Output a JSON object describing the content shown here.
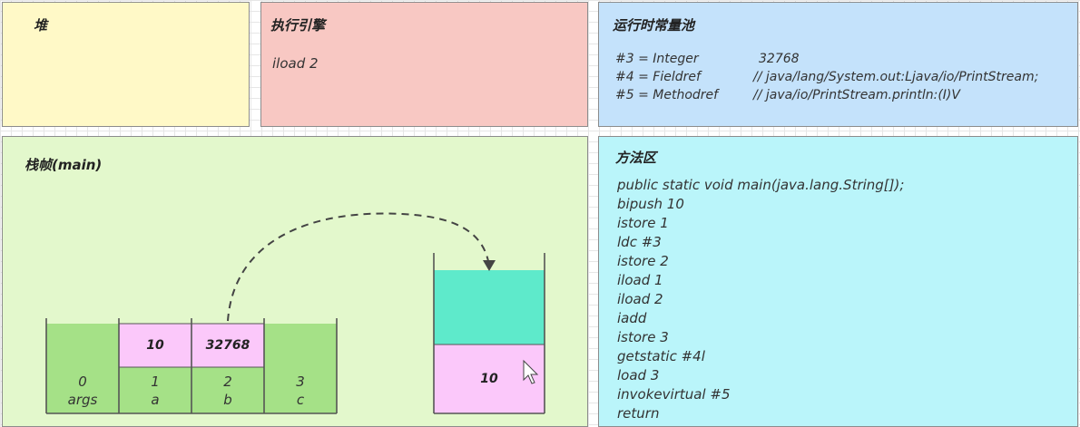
{
  "heap": {
    "title": "堆"
  },
  "engine": {
    "title": "执行引擎",
    "current": "iload 2"
  },
  "pool": {
    "title": "运行时常量池",
    "entries": [
      {
        "ref": "#3 = Integer",
        "value": "32768"
      },
      {
        "ref": "#4 = Fieldref",
        "value": "// java/lang/System.out:Ljava/io/PrintStream;"
      },
      {
        "ref": "#5 = Methodref",
        "value": "// java/io/PrintStream.println:(I)V"
      }
    ]
  },
  "frame": {
    "title": "栈帧(main)",
    "locals": [
      {
        "index": "0",
        "name": "args",
        "value": ""
      },
      {
        "index": "1",
        "name": "a",
        "value": "10"
      },
      {
        "index": "2",
        "name": "b",
        "value": "32768"
      },
      {
        "index": "3",
        "name": "c",
        "value": ""
      }
    ],
    "operand_stack": {
      "top": "",
      "bottom": "10"
    }
  },
  "method": {
    "title": "方法区",
    "code": [
      "public static void main(java.lang.String[]);",
      "bipush 10",
      "istore 1",
      "ldc #3",
      "istore 2",
      "iload 1",
      "iload 2",
      "iadd",
      "istore 3",
      "getstatic #4l",
      "load 3",
      "invokevirtual #5",
      "return"
    ]
  },
  "colors": {
    "heap": "#fff9c7",
    "engine": "#f8c8c3",
    "pool": "#c4e2fb",
    "frame": "#e3f8cc",
    "method": "#baf5fa",
    "slot_green": "#a5e187",
    "slot_pink": "#fbc8fa",
    "stack_teal": "#5eeacb"
  }
}
